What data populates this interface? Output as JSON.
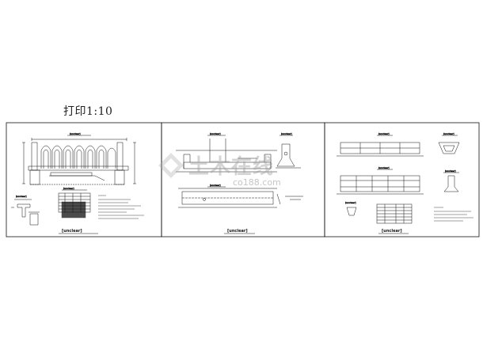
{
  "print_label": "打印1:10",
  "watermark": {
    "text": "土木在线",
    "site": "co188.com"
  },
  "sheets": [
    {
      "caption": "[unclear]",
      "view_titles": [
        "[unclear]"
      ],
      "detail_labels": [
        "[unclear]",
        "[unclear]"
      ]
    },
    {
      "caption": "[unclear]",
      "view_titles": [
        "[unclear]",
        "[unclear]",
        "[unclear]"
      ]
    },
    {
      "caption": "[unclear]",
      "view_titles": [
        "[unclear]",
        "[unclear]",
        "[unclear]",
        "[unclear]",
        "[unclear]"
      ]
    }
  ]
}
